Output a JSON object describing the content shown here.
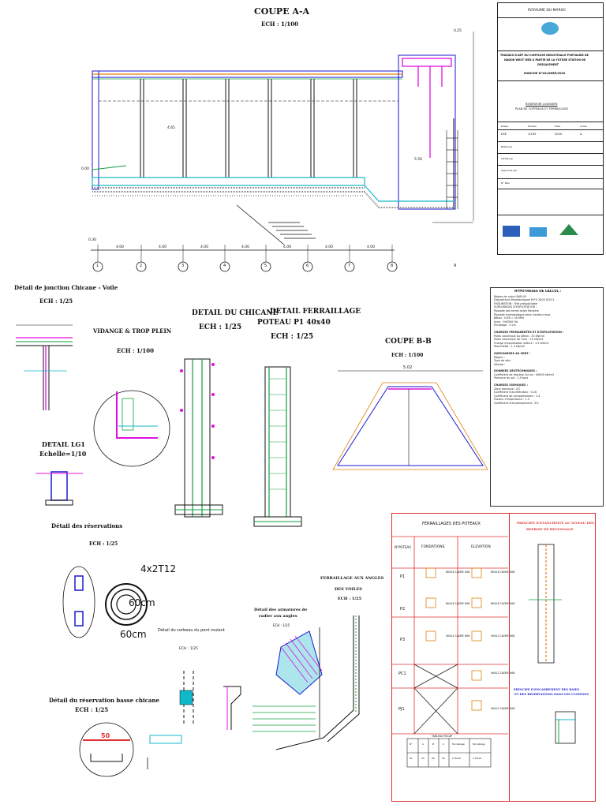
{
  "sections": {
    "coupe_aa": {
      "title": "COUPE A-A",
      "scale": "ECH : 1/100"
    },
    "detail_jonction": {
      "title": "Détail de jonction Chicane - Voile",
      "scale": "ECH : 1/25"
    },
    "vidange": {
      "title": "VIDANGE & TROP PLEIN",
      "scale": "ECH : 1/100"
    },
    "chicane": {
      "title": "DETAIL DU CHICANE",
      "scale": "ECH : 1/25"
    },
    "poteau": {
      "title": "DETAIL FERRAILLAGE",
      "title2": "POTEAU P1 40x40",
      "scale": "ECH : 1/25"
    },
    "coupe_bb": {
      "title": "COUPE B-B",
      "scale": "ECH : 1/100",
      "dim": "5.02"
    },
    "detail_lg1": {
      "title": "DETAIL LG1",
      "scale": "Echelle=1/10"
    },
    "reservations": {
      "title": "Détail des réservations",
      "scale": "ECH : 1/25",
      "label_bars": "4x2T12",
      "label_dia1": "60cm",
      "label_dia2": "60cm"
    },
    "corbeau": {
      "title": "Détail du corbeau du pont roulant",
      "scale": "ECH : 1/25"
    },
    "angles": {
      "title": "FERRAILLAGE AUX ANGLES",
      "subtitle": "DES VOILES",
      "scale": "ECH : 1/25"
    },
    "radier": {
      "title": "Détail des armatures de",
      "title2": "radier aux angles",
      "scale": "ECH : 1/25"
    },
    "basse_chicane": {
      "title": "Détail du réservation basse chicane",
      "scale": "ECH : 1/25",
      "dim": "50"
    },
    "encadrement": {
      "title": "PRINCIPE D'ENCADREMENT DES BAIES",
      "subtitle": "ET DES RESERVATIONS DANS LES CLOISONS"
    },
    "reprise": {
      "title": "PRINCIPE D'ETANCHEITE AU NIVEAU DES",
      "subtitle": "REPRISE DE BETONNAGE"
    }
  },
  "dims": {
    "spans": [
      "4.00",
      "4.00",
      "4.00",
      "4.00",
      "4.00",
      "4.00",
      "4.00"
    ],
    "axes": [
      "1",
      "2",
      "3",
      "4",
      "5",
      "6",
      "7",
      "8",
      "9"
    ],
    "levels": [
      "0.00",
      "0.30",
      "4.65",
      "0.25",
      "5.50"
    ]
  },
  "cartouche": {
    "country": "ROYAUME DU MAROC",
    "project_line1": "TRAVAUX D'AEP DU COMPLEXE INDUSTRIALO-PORTUAIRE DE",
    "project_line2": "NADOR WEST MED A PARTIR DE LA FUTURE STATION DE",
    "project_line3": "DESSALEMENT",
    "market": "MARCHE N°XX/ONEE/2020",
    "drawing_line1": "RESERVOIR 2x3000M3",
    "drawing_line2": "PLAN DE COFFRAGE ET FERRAILLAGE",
    "labels": [
      "Phase",
      "Echelle",
      "Date",
      "Indice",
      "Etabli par",
      "Vérifié par",
      "Approuvé par",
      "N° Plan"
    ],
    "values": [
      "EXE",
      "1/100",
      "2020",
      "A"
    ]
  },
  "hypotheses": {
    "title": "HYPOTHESES DE CALCUL :",
    "lines": [
      "Règles de calcul BAEL91",
      "Dispositions Parasismiques R.P.S 2000 V2011",
      "FISSURATION : Très préjudiciable",
      "SURCHARGES D'EXPLOITATION :",
      "Poussée des terres selon Rankine",
      "Poussée hydrostatique selon hauteur max",
      "Béton : fc28 = 30 MPa",
      "Acier : FeE500 HA",
      "Enrobage : 5 cm",
      "CHARGES PERMANENTES ET D'EXPLOITATION :",
      "Poids volumique du béton : 25 kN/m3",
      "Poids volumique de l'eau : 10 kN/m3",
      "Charge d'exploitation toiture : 1.5 kN/m2",
      "Etanchéité : 1.2 kN/m2",
      "SURCHARGES AU VENT :",
      "Région :",
      "Type de site :",
      "Vitesse :",
      "DONNEES GEOTECHNIQUES :",
      "Coefficient de réaction du sol : 40000 kN/m3",
      "Portance du sol : 1.5 bars",
      "CHARGES SISMIQUES :",
      "Zone sismique : Z3",
      "Coefficient d'accélération : 0.16",
      "Coefficient de comportement : 1.4",
      "Facteur d'importance : 1.3",
      "Coefficient d'amortissement : 5%"
    ]
  },
  "ferraillage_poteaux": {
    "title": "FERRAILLAGES DES POTEAUX",
    "headers": [
      "N°POTEAU",
      "FONDATIONS",
      "ELEVATION"
    ],
    "rows": [
      {
        "name": "P1",
        "f": "8HA16 CADRE HA8",
        "e": "8HA16 CADRE HA8"
      },
      {
        "name": "P2",
        "f": "8HA16 CADRE HA8",
        "e": "8HA16 CADRE HA8"
      },
      {
        "name": "P3",
        "f": "4HA14 CADRE HA8",
        "e": "4HA14 CADRE HA8"
      },
      {
        "name": "PC1",
        "f": "",
        "e": "4HA12 CADRE HA8"
      },
      {
        "name": "PJ1",
        "f": "",
        "e": "4HA12 CADRE HA8"
      }
    ],
    "summary_title": "TABLEAU RECAP",
    "summary_headers": [
      "N°",
      "A",
      "B",
      "C",
      "Ferraillage",
      "Ferraillage"
    ],
    "summary_values": [
      "P1",
      "20",
      "20",
      "20",
      "2 HA16",
      "2 HA16"
    ]
  },
  "colors": {
    "magenta": "#e010e0",
    "cyan": "#10b8c8",
    "green": "#10a040",
    "blue": "#1a1ad0",
    "red": "#e03030",
    "orange": "#e08010"
  }
}
